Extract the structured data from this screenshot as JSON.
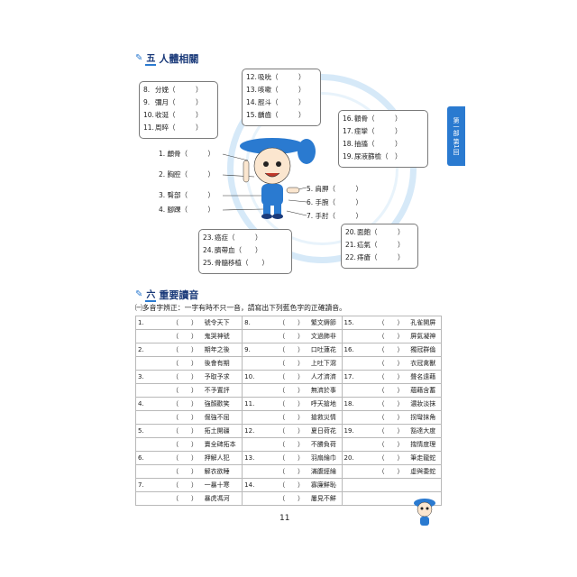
{
  "section5": {
    "num": "五",
    "title": "人體相關"
  },
  "box_top": [
    {
      "num": "12.",
      "word": "吸吮（",
      "close": "）"
    },
    {
      "num": "13.",
      "word": "咳嗽（",
      "close": "）"
    },
    {
      "num": "14.",
      "word": "脛斗（",
      "close": "）"
    },
    {
      "num": "15.",
      "word": "齲齒（",
      "close": "）"
    }
  ],
  "box_left": [
    {
      "num": "8.",
      "word": "分娩（",
      "close": "）"
    },
    {
      "num": "9.",
      "word": "彌月（",
      "close": "）"
    },
    {
      "num": "10.",
      "word": "收涎（",
      "close": "）"
    },
    {
      "num": "11.",
      "word": "周晬（",
      "close": "）"
    }
  ],
  "box_right": [
    {
      "num": "16.",
      "word": "顴骨（",
      "close": "）"
    },
    {
      "num": "17.",
      "word": "痙攣（",
      "close": "）"
    },
    {
      "num": "18.",
      "word": "抽搐（",
      "close": "）"
    },
    {
      "num": "19.",
      "word": "尿液篩檢（",
      "close": "）"
    }
  ],
  "free_left": [
    {
      "text": "1. 顱骨（　　　）"
    },
    {
      "text": "2. 胸腔（　　　）"
    },
    {
      "text": "3. 臀部（　　　）"
    },
    {
      "text": "4. 腳踝（　　　）"
    }
  ],
  "free_right": [
    {
      "text": "5. 肩胛（　　　）"
    },
    {
      "text": "6. 手腕（　　　）"
    },
    {
      "text": "7. 手肘（　　　）"
    }
  ],
  "box_bl": [
    {
      "num": "23.",
      "word": "癌症（",
      "close": "）"
    },
    {
      "num": "24.",
      "word": "臍帶血（",
      "close": "）"
    },
    {
      "num": "25.",
      "word": "骨髓移植（",
      "close": "）"
    }
  ],
  "box_br": [
    {
      "num": "20.",
      "word": "面皰（",
      "close": "）"
    },
    {
      "num": "21.",
      "word": "疝氣（",
      "close": "）"
    },
    {
      "num": "22.",
      "word": "痔瘡（",
      "close": "）"
    }
  ],
  "side_tab": "第一部 第1回",
  "section6": {
    "num": "六",
    "title": "重要讀音"
  },
  "instruction": "㈠多音字辨正：一字有時不只一音，請寫出下列藍色字的正確讀音。",
  "table_rows": [
    [
      [
        "1.",
        "（　　）",
        "號令天下"
      ],
      [
        "8.",
        "（　　）",
        "繁文縟節"
      ],
      [
        "15.",
        "（　　）",
        "孔雀開屏"
      ]
    ],
    [
      [
        "",
        "（　　）",
        "鬼哭神號"
      ],
      [
        "",
        "（　　）",
        "文過飾非"
      ],
      [
        "",
        "（　　）",
        "屏氣凝神"
      ]
    ],
    [
      [
        "2.",
        "（　　）",
        "期年之後"
      ],
      [
        "9.",
        "（　　）",
        "口吐蓮花"
      ],
      [
        "16.",
        "（　　）",
        "獨冠群倫"
      ]
    ],
    [
      [
        "",
        "（　　）",
        "後會有期"
      ],
      [
        "",
        "（　　）",
        "上吐下瀉"
      ],
      [
        "",
        "（　　）",
        "衣冠禽獸"
      ]
    ],
    [
      [
        "3.",
        "（　　）",
        "予取予求"
      ],
      [
        "10.",
        "（　　）",
        "人才濟濟"
      ],
      [
        "17.",
        "（　　）",
        "聲名遠藉"
      ]
    ],
    [
      [
        "",
        "（　　）",
        "不予置評"
      ],
      [
        "",
        "（　　）",
        "無濟於事"
      ],
      [
        "",
        "（　　）",
        "蘊藉含蓄"
      ]
    ],
    [
      [
        "4.",
        "（　　）",
        "強顏歡笑"
      ],
      [
        "11.",
        "（　　）",
        "呼天搶地"
      ],
      [
        "18.",
        "（　　）",
        "濃妝淡抹"
      ]
    ],
    [
      [
        "",
        "（　　）",
        "倔強不屈"
      ],
      [
        "",
        "（　　）",
        "搶救災情"
      ],
      [
        "",
        "（　　）",
        "拐彎抹角"
      ]
    ],
    [
      [
        "5.",
        "（　　）",
        "拓土開疆"
      ],
      [
        "12.",
        "（　　）",
        "夏日荷花"
      ],
      [
        "19.",
        "（　　）",
        "豁達大度"
      ]
    ],
    [
      [
        "",
        "（　　）",
        "賣全碑拓本"
      ],
      [
        "",
        "（　　）",
        "不勝負荷"
      ],
      [
        "",
        "（　　）",
        "揣情度理"
      ]
    ],
    [
      [
        "6.",
        "（　　）",
        "押解人犯"
      ],
      [
        "13.",
        "（　　）",
        "羽扇綸巾"
      ],
      [
        "20.",
        "（　　）",
        "筆走龍蛇"
      ]
    ],
    [
      [
        "",
        "（　　）",
        "解衣欲睡"
      ],
      [
        "",
        "（　　）",
        "滿腹經綸"
      ],
      [
        "",
        "（　　）",
        "虛與委蛇"
      ]
    ],
    [
      [
        "7.",
        "（　　）",
        "一暴十寒"
      ],
      [
        "14.",
        "（　　）",
        "寡廉鮮恥"
      ],
      [
        "",
        "",
        ""
      ]
    ],
    [
      [
        "",
        "（　　）",
        "暴虎馮河"
      ],
      [
        "",
        "（　　）",
        "屢見不鮮"
      ],
      [
        "",
        "",
        ""
      ]
    ]
  ],
  "page_number": "11",
  "colors": {
    "accent": "#2a7ad0",
    "ring": "#d6e9f8"
  }
}
